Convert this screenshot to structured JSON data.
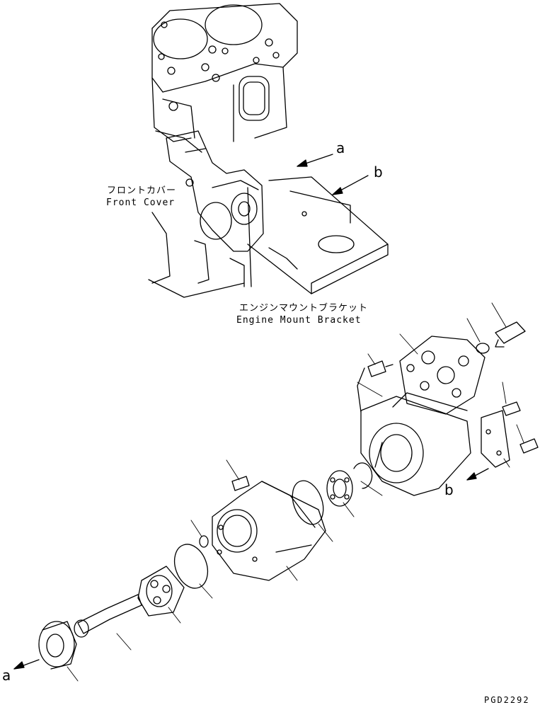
{
  "labels": {
    "front_cover_jp": "フロントカバー",
    "front_cover_en": "Front Cover",
    "engine_mount_jp": "エンジンマウントブラケット",
    "engine_mount_en": "Engine Mount Bracket"
  },
  "refs": {
    "a": "a",
    "b": "b"
  },
  "drawing_code": "PGD2292"
}
